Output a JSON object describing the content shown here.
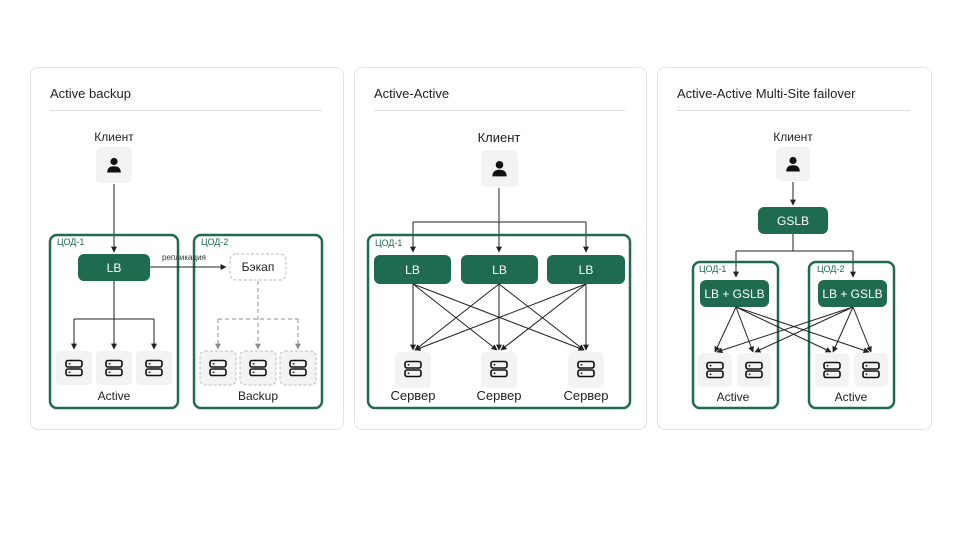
{
  "colors": {
    "green": "#1e6b50",
    "tile": "#f3f3f3",
    "line": "#222222",
    "dash": "#8c8c8c"
  },
  "icons": {
    "client": "user-icon",
    "server": "server-icon"
  },
  "panels": [
    {
      "title": "Active backup",
      "client_label": "Клиент",
      "dc1_label": "ЦОД-1",
      "dc2_label": "ЦОД-2",
      "lb_label": "LB",
      "replication_label": "репликация",
      "backup_label": "Бэкап",
      "active_label": "Active",
      "backup_group_label": "Backup"
    },
    {
      "title": "Active-Active",
      "client_label": "Клиент",
      "dc1_label": "ЦОД-1",
      "lb_labels": [
        "LB",
        "LB",
        "LB"
      ],
      "server_labels": [
        "Сервер",
        "Сервер",
        "Сервер"
      ]
    },
    {
      "title": "Active-Active Multi-Site failover",
      "client_label": "Клиент",
      "gslb_label": "GSLB",
      "dc1_label": "ЦОД-1",
      "dc2_label": "ЦОД-2",
      "lb_gslb_labels": [
        "LB + GSLB",
        "LB + GSLB"
      ],
      "active_labels": [
        "Active",
        "Active"
      ]
    }
  ]
}
